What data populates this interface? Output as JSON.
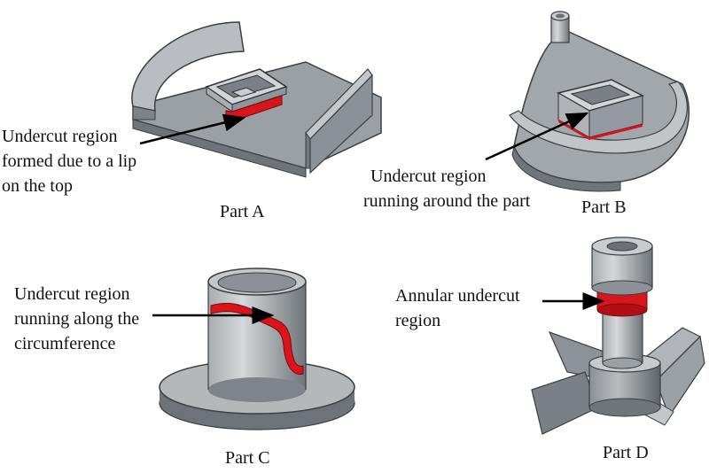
{
  "parts": [
    {
      "name": "Part A",
      "annotation": [
        "Undercut region",
        "formed due to a lip",
        "on the top"
      ]
    },
    {
      "name": "Part B",
      "annotation": [
        "Undercut region",
        "running around the part"
      ]
    },
    {
      "name": "Part C",
      "annotation": [
        "Undercut region",
        "running along the",
        "circumference"
      ]
    },
    {
      "name": "Part D",
      "annotation": [
        "Annular undercut",
        "region"
      ]
    }
  ],
  "colors": {
    "part_gray": "#8f959a",
    "part_dark": "#5f656b",
    "part_light": "#c6cacd",
    "undercut_red": "#d9141b"
  }
}
